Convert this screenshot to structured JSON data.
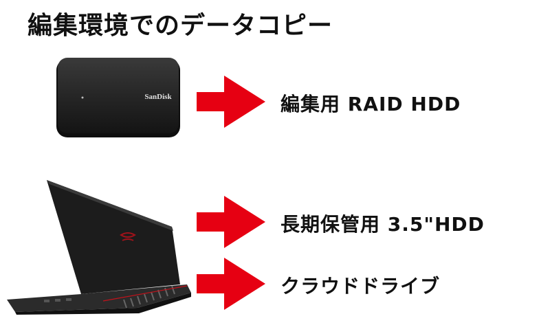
{
  "title": "編集環境でのデータコピー",
  "device_ssd": {
    "brand": "SanDisk",
    "icon": "external-ssd-icon"
  },
  "device_laptop": {
    "icon": "laptop-icon"
  },
  "arrow_color": "#e60012",
  "destinations": [
    {
      "label": "編集用 RAID HDD"
    },
    {
      "label": "長期保管用 3.5\"HDD"
    },
    {
      "label": "クラウドドライブ"
    }
  ]
}
